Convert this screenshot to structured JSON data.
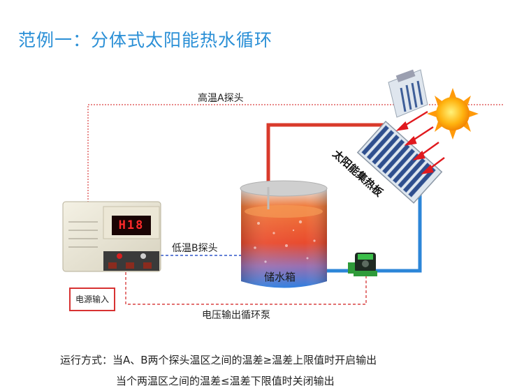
{
  "title": "范例一：分体式太阳能热水循环",
  "labels": {
    "high_probe": "高温A探头",
    "low_probe": "低温B探头",
    "tank": "储水箱",
    "panel": "太阳能集热板",
    "pump_output": "电压输出循环泵",
    "power_input": "电源输入",
    "display": "H18"
  },
  "caption": {
    "line1": "运行方式：当A、B两个探头温区之间的温差≥温差上限值时开启输出",
    "line2": "当个两温区之间的温差≤温差下限值时关闭输出"
  },
  "colors": {
    "title": "#2a8fd6",
    "hot_pipe": "#d93a2b",
    "cold_pipe": "#2c86d8",
    "probe_line_red": "#d94040",
    "probe_line_blue": "#2f56c8"
  }
}
